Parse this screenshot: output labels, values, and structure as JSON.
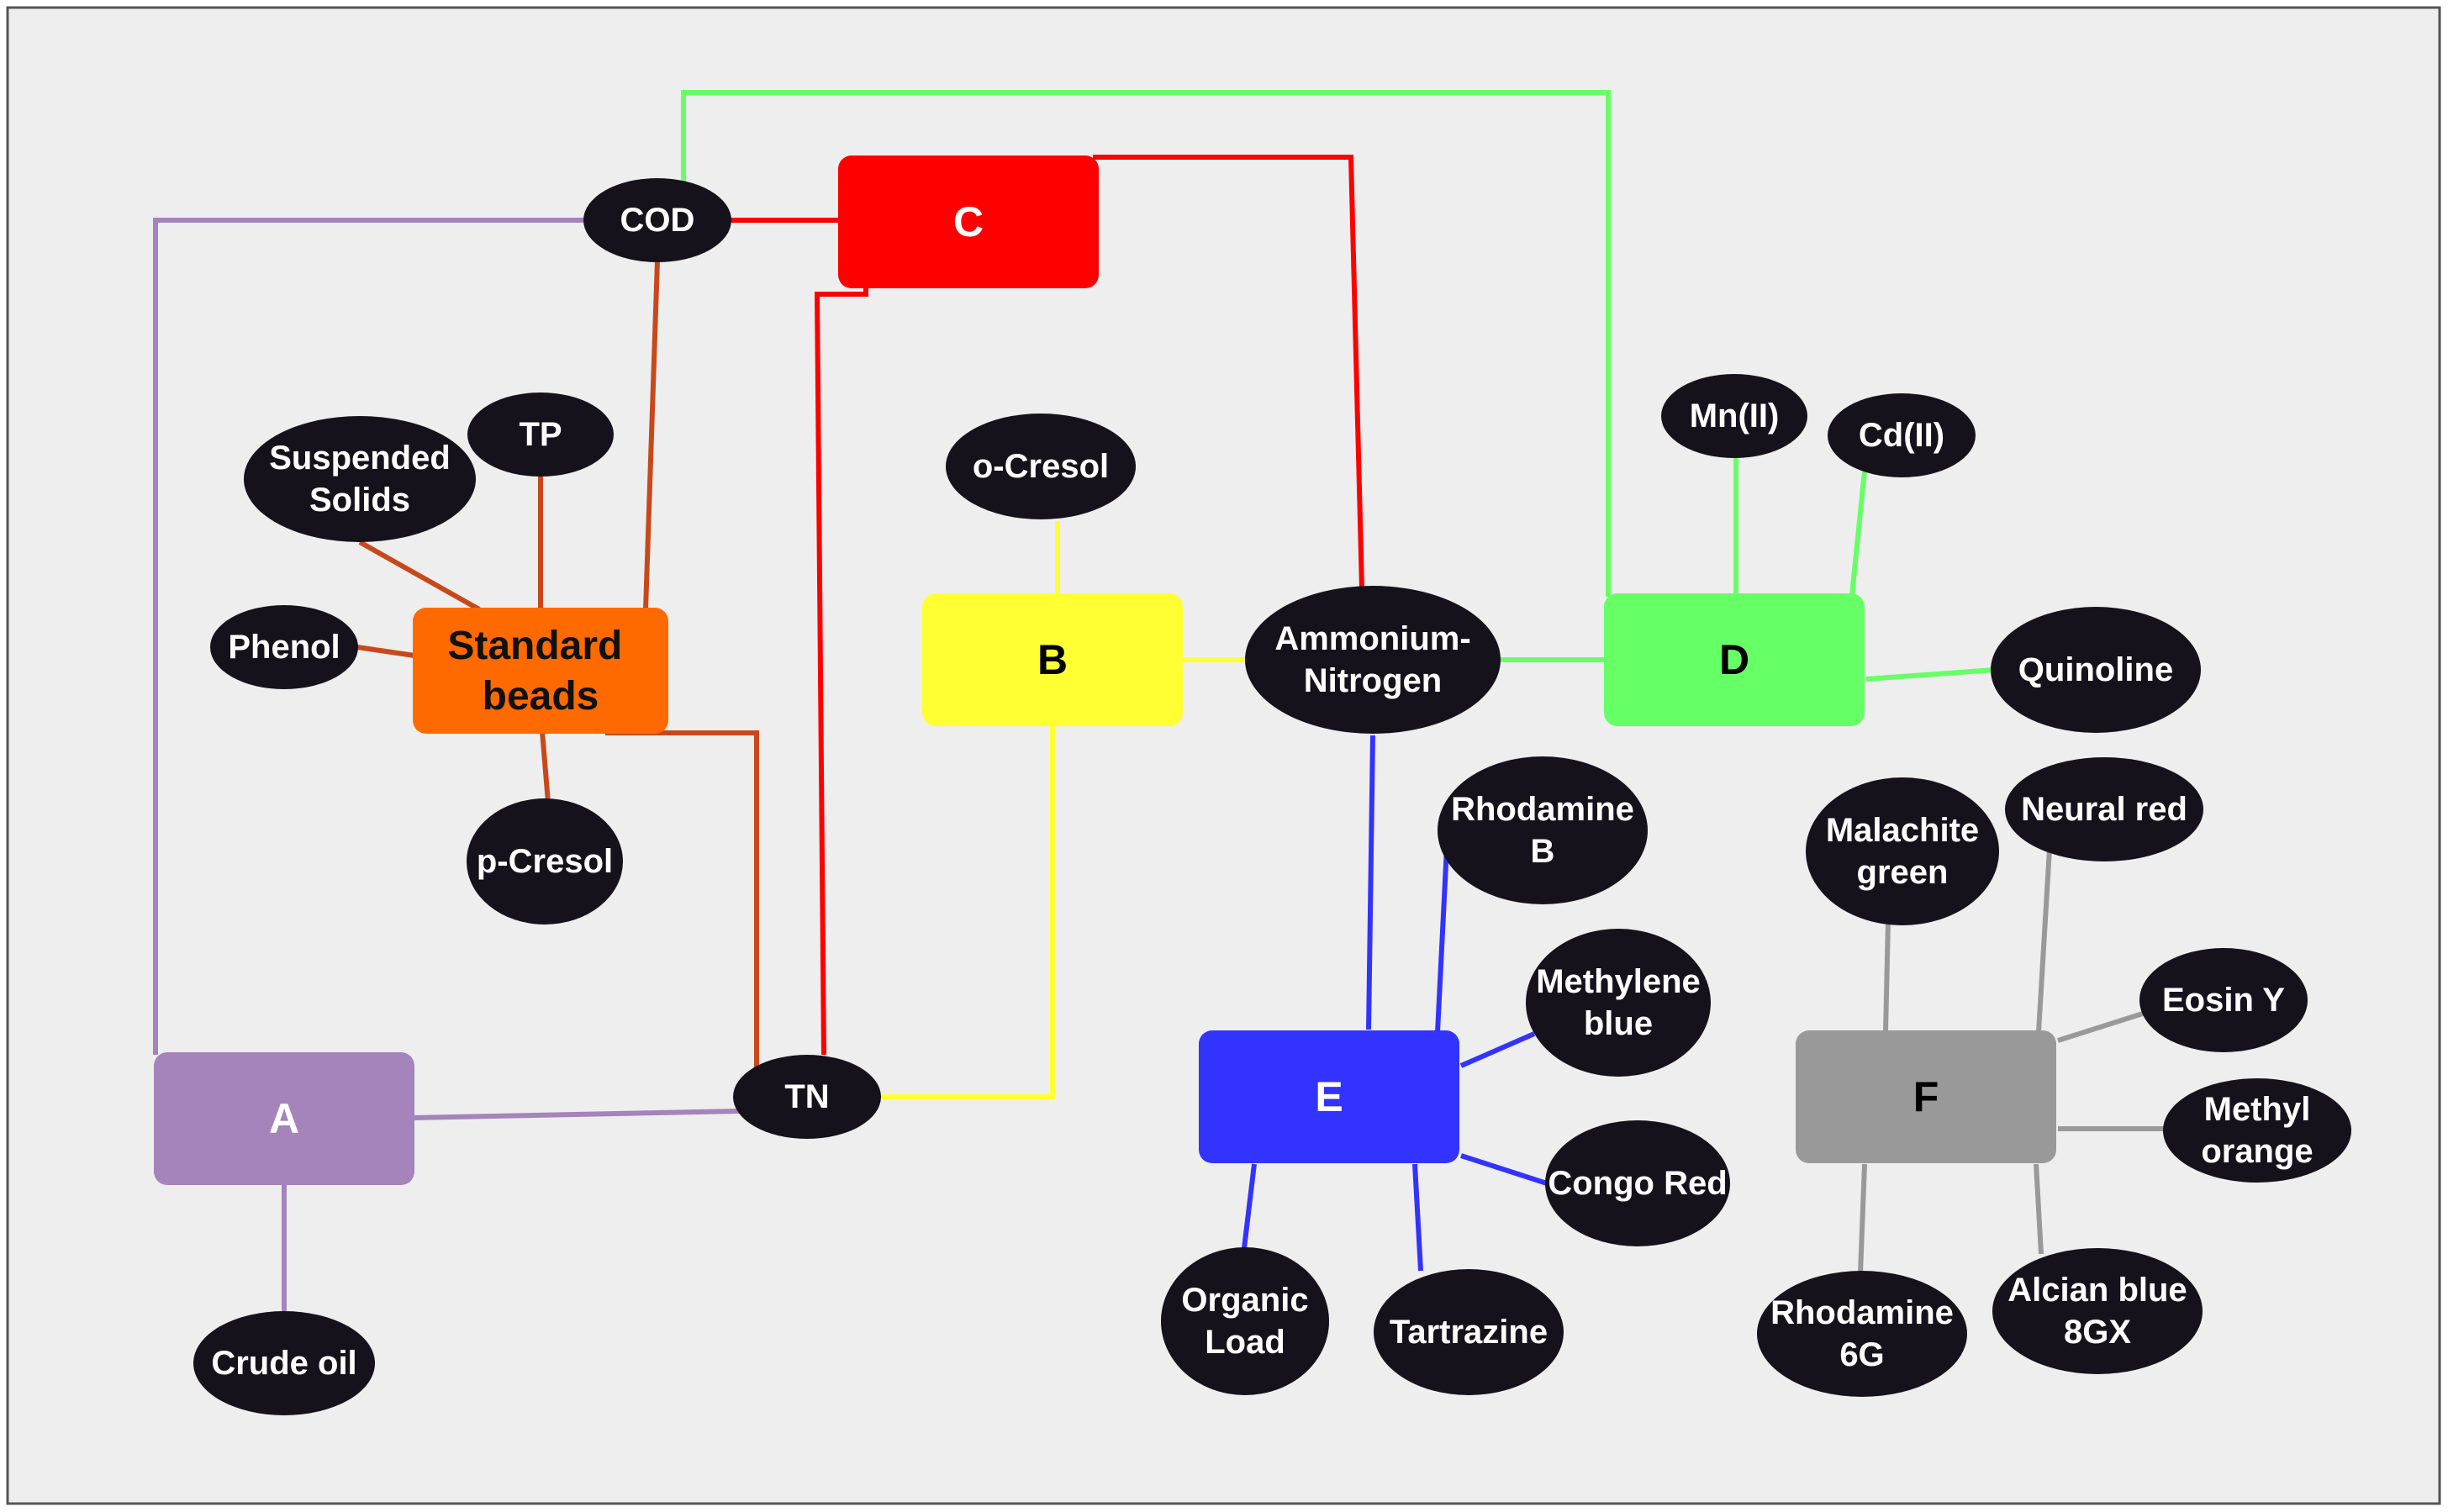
{
  "diagram": {
    "colors": {
      "A": "#a583bb",
      "B": "#ffff33",
      "C": "#ff0000",
      "D": "#66ff66",
      "E": "#3333ff",
      "F": "#999999",
      "standard": "#ff6a00",
      "standard_line": "#c8481b",
      "ellipse": "#16121c"
    },
    "boxes": {
      "A": "A",
      "B": "B",
      "C": "C",
      "D": "D",
      "E": "E",
      "F": "F",
      "standard_line1": "Standard",
      "standard_line2": "beads"
    },
    "nodes": {
      "cod": [
        "COD"
      ],
      "tn": [
        "TN"
      ],
      "suspended_solids": [
        "Suspended",
        "Solids"
      ],
      "tp": [
        "TP"
      ],
      "phenol": [
        "Phenol"
      ],
      "p_cresol": [
        "p-Cresol"
      ],
      "crude_oil": [
        "Crude oil"
      ],
      "o_cresol": [
        "o-Cresol"
      ],
      "ammonium_nitrogen": [
        "Ammonium-",
        "Nitrogen"
      ],
      "mn": [
        "Mn(II)"
      ],
      "cd": [
        "Cd(II)"
      ],
      "quinoline": [
        "Quinoline"
      ],
      "rhodamine_b": [
        "Rhodamine",
        "B"
      ],
      "methylene_blue": [
        "Methylene",
        "blue"
      ],
      "congo_red": [
        "Congo Red"
      ],
      "organic_load": [
        "Organic",
        "Load"
      ],
      "tartrazine": [
        "Tartrazine"
      ],
      "malachite_green": [
        "Malachite",
        "green"
      ],
      "neural_red": [
        "Neural red"
      ],
      "eosin_y": [
        "Eosin Y"
      ],
      "methyl_orange": [
        "Methyl",
        "orange"
      ],
      "rhodamine_6g": [
        "Rhodamine",
        "6G"
      ],
      "alcian_blue": [
        "Alcian blue",
        "8GX"
      ]
    }
  }
}
